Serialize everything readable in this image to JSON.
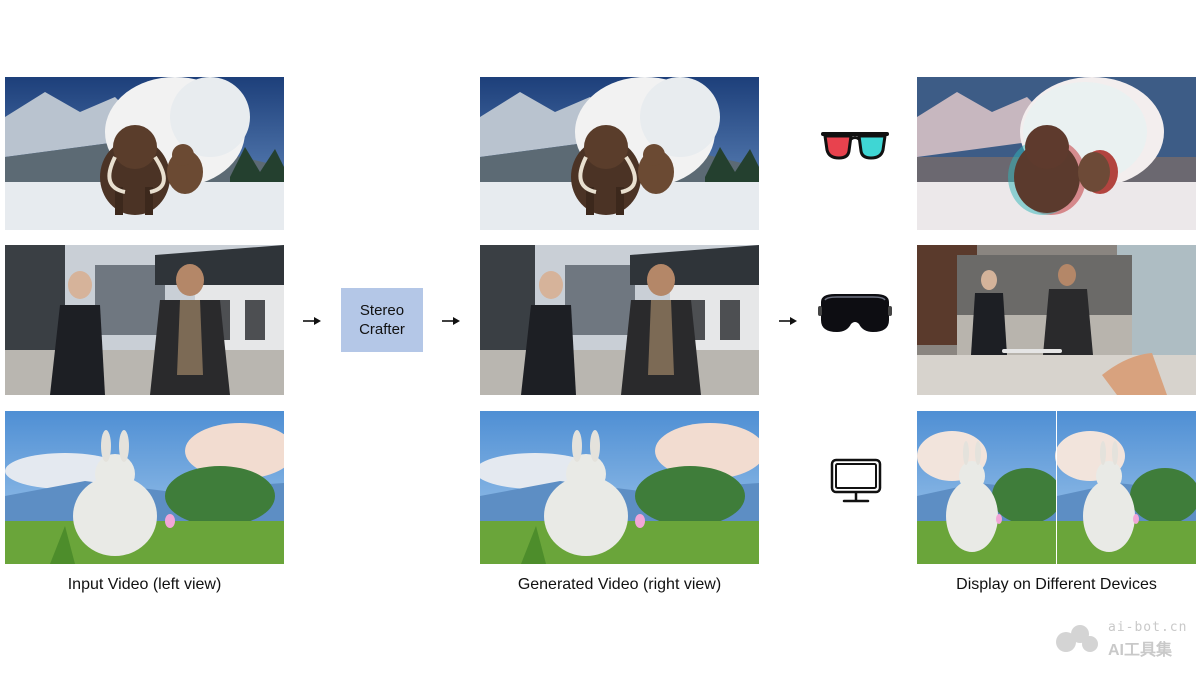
{
  "columns": {
    "input_label": "Input Video (left view)",
    "generated_label": "Generated Video (right view)",
    "display_label": "Display on Different Devices"
  },
  "model_box": {
    "line1": "Stereo",
    "line2": "Crafter",
    "color": "#b4c7e7"
  },
  "rows": [
    {
      "scene": "mammoths-in-snow",
      "device_icon": "anaglyph-glasses-icon"
    },
    {
      "scene": "two-men-in-robes-street",
      "device_icon": "vr-headset-icon"
    },
    {
      "scene": "big-rabbit-meadow",
      "device_icon": "monitor-icon"
    }
  ],
  "watermark": {
    "line1": "ai-bot.cn",
    "line2": "AI工具集"
  }
}
